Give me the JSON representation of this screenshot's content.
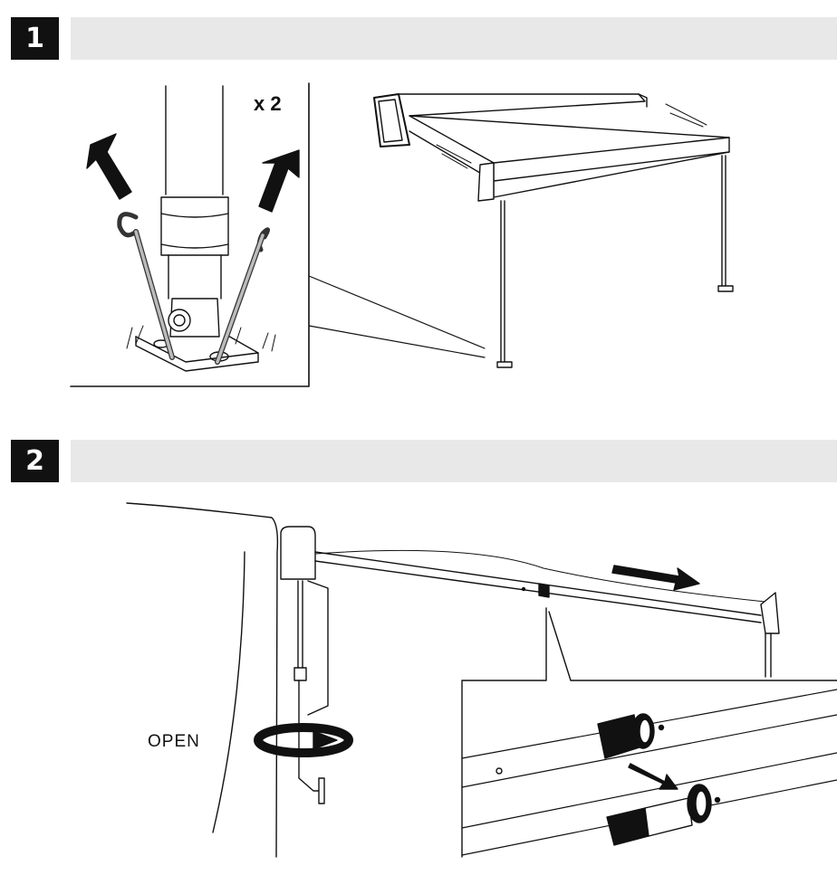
{
  "steps": [
    {
      "number": "1",
      "multiplier": "x 2"
    },
    {
      "number": "2",
      "direction_label": "OPEN"
    }
  ],
  "colors": {
    "badge": "#111111",
    "bar": "#e8e8e8",
    "line": "#111111"
  },
  "icons": [
    "arrow-up-left-icon",
    "arrow-up-right-icon",
    "arrow-right-icon",
    "rotate-arrow-icon"
  ]
}
